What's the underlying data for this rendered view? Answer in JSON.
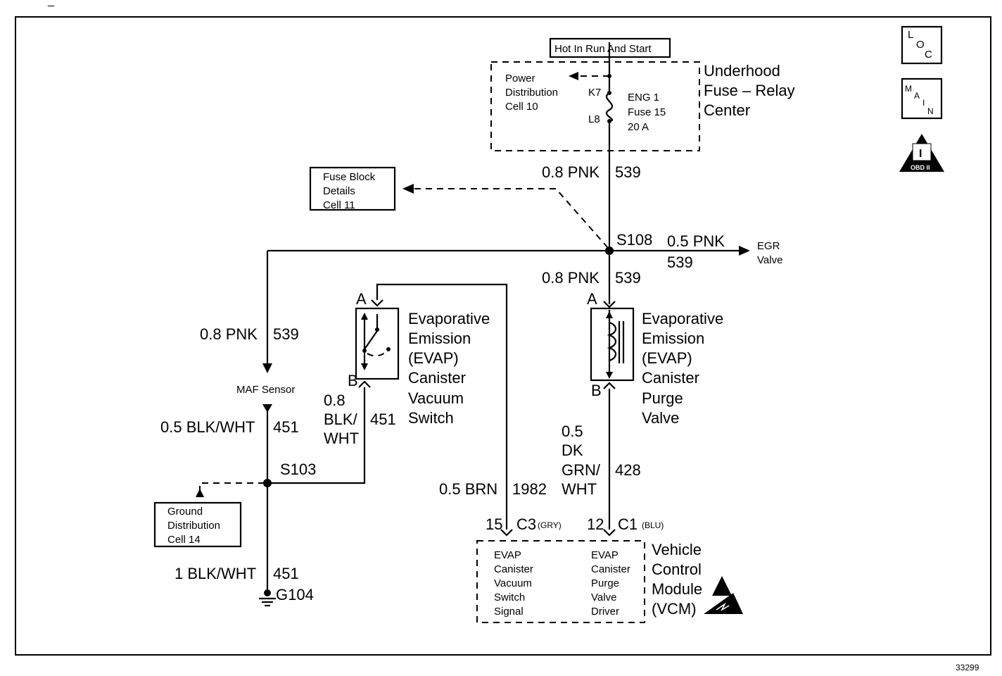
{
  "header_mark": "_",
  "figure_number": "33299",
  "badges": {
    "loc": [
      "L",
      "O",
      "C"
    ],
    "main": [
      "M",
      "A",
      "I",
      "N"
    ],
    "obd": [
      "I",
      "OBD II"
    ]
  },
  "hot_label": "Hot In Run And Start",
  "underhood": {
    "name": [
      "Underhood",
      "Fuse – Relay",
      "Center"
    ],
    "ref": [
      "Power",
      "Distribution",
      "Cell 10"
    ],
    "pin_top": "K7",
    "pin_bottom": "L8",
    "fuse": [
      "ENG 1",
      "Fuse 15",
      "20 A"
    ]
  },
  "fuse_block_ref": [
    "Fuse Block",
    "Details",
    "Cell 11"
  ],
  "ground_ref": [
    "Ground",
    "Distribution",
    "Cell 14"
  ],
  "splices": {
    "s108": "S108",
    "s103": "S103"
  },
  "ground": "G104",
  "wires": {
    "top": {
      "gauge": "0.8 PNK",
      "circuit": "539"
    },
    "egr": {
      "gauge": "0.5 PNK",
      "circuit": "539",
      "dest": [
        "EGR",
        "Valve"
      ]
    },
    "purge_feed": {
      "gauge": "0.8 PNK",
      "circuit": "539"
    },
    "maf_feed": {
      "gauge": "0.8 PNK",
      "circuit": "539"
    },
    "maf_out": {
      "gauge": "0.5 BLK/WHT",
      "circuit": "451"
    },
    "switch_ground": {
      "gauge": [
        "0.8",
        "BLK/",
        "WHT"
      ],
      "circuit": "451"
    },
    "ground": {
      "gauge": "1 BLK/WHT",
      "circuit": "451"
    },
    "vacuum_signal": {
      "gauge": "0.5 BRN",
      "circuit": "1982"
    },
    "purge_driver": {
      "gauge": [
        "0.5",
        "DK",
        "GRN/",
        "WHT"
      ],
      "circuit": "428"
    }
  },
  "maf_sensor": "MAF Sensor",
  "vacuum_switch": {
    "pin_a": "A",
    "pin_b": "B",
    "name": [
      "Evaporative",
      "Emission",
      "(EVAP)",
      "Canister",
      "Vacuum",
      "Switch"
    ]
  },
  "purge_valve": {
    "pin_a": "A",
    "pin_b": "B",
    "name": [
      "Evaporative",
      "Emission",
      "(EVAP)",
      "Canister",
      "Purge",
      "Valve"
    ]
  },
  "vcm": {
    "name": [
      "Vehicle",
      "Control",
      "Module",
      "(VCM)"
    ],
    "c3": {
      "pin": "15",
      "conn": "C3",
      "color": "(GRY)"
    },
    "c1": {
      "pin": "12",
      "conn": "C1",
      "color": "(BLU)"
    },
    "left_fn": [
      "EVAP",
      "Canister",
      "Vacuum",
      "Switch",
      "Signal"
    ],
    "right_fn": [
      "EVAP",
      "Canister",
      "Purge",
      "Valve",
      "Driver"
    ]
  }
}
